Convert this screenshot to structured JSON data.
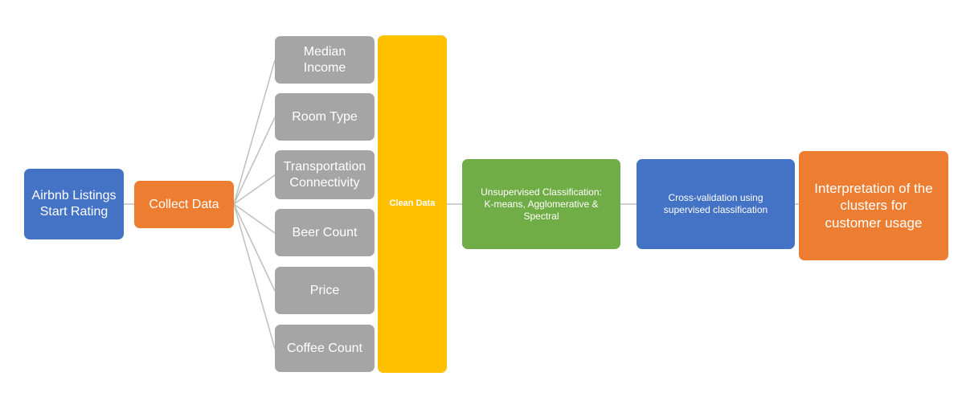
{
  "diagram": {
    "nodes": {
      "airbnb": {
        "lines": [
          "Airbnb Listings",
          "Start Rating"
        ],
        "color": "#4472c4"
      },
      "collect": {
        "label": "Collect Data",
        "color": "#ed7d31"
      },
      "median_income": {
        "lines": [
          "Median",
          "Income"
        ],
        "color": "#a5a5a5"
      },
      "room_type": {
        "label": "Room Type",
        "color": "#a5a5a5"
      },
      "transportation": {
        "lines": [
          "Transportation",
          "Connectivity"
        ],
        "color": "#a5a5a5"
      },
      "beer_count": {
        "label": "Beer Count",
        "color": "#a5a5a5"
      },
      "price": {
        "label": "Price",
        "color": "#a5a5a5"
      },
      "coffee_count": {
        "label": "Coffee Count",
        "color": "#a5a5a5"
      },
      "clean": {
        "label": "Clean Data",
        "color": "#ffc000"
      },
      "unsupervised": {
        "lines": [
          "Unsupervised Classification:",
          "K-means, Agglomerative &",
          "Spectral"
        ],
        "color": "#70ad47"
      },
      "crossval": {
        "lines": [
          "Cross-validation using",
          "supervised classification"
        ],
        "color": "#4472c4"
      },
      "interpretation": {
        "lines": [
          "Interpretation of the",
          "clusters for",
          "customer usage"
        ],
        "color": "#ed7d31"
      }
    },
    "connector_color": "#bfbfbf"
  }
}
